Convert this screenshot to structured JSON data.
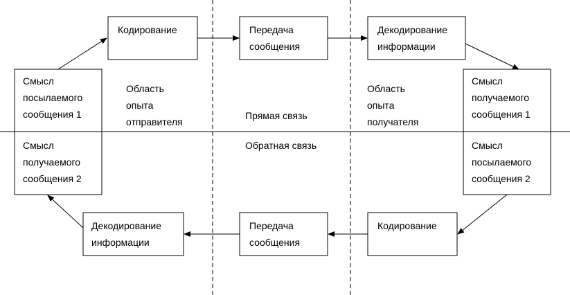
{
  "boxes": {
    "encode_top": [
      "Кодирование"
    ],
    "transmit_top": [
      "Передача",
      "сообщения"
    ],
    "decode_top": [
      "Декодирование",
      "информации"
    ],
    "meaning_sent_left": [
      "Смысл",
      "посылаемого",
      "сообщения 1"
    ],
    "meaning_recv_right": [
      "Смысл",
      "получаемого",
      "сообщения 1"
    ],
    "meaning_recv_left": [
      "Смысл",
      "получаемого",
      "сообщения 2"
    ],
    "meaning_sent_right": [
      "Смысл",
      "посылаемого",
      "сообщения 2"
    ],
    "decode_bottom": [
      "Декодирование",
      "информации"
    ],
    "transmit_bottom": [
      "Передача",
      "сообщения"
    ],
    "encode_bottom": [
      "Кодирование"
    ]
  },
  "labels": {
    "sender_area": [
      "Область",
      "опыта",
      "отправителя"
    ],
    "receiver_area": [
      "Область",
      "опыта",
      "получателя"
    ],
    "direct_link": "Прямая связь",
    "feedback": "Обратная связь"
  }
}
